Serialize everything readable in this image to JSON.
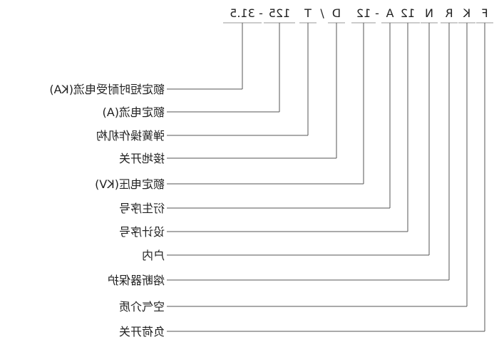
{
  "model_code": {
    "tokens": [
      "F",
      "K",
      "R",
      "N",
      "12",
      "A",
      "-",
      "12",
      "D",
      "/",
      "T",
      "125",
      "-",
      "31.5"
    ]
  },
  "labels": [
    {
      "code": "F",
      "text": "负荷开关"
    },
    {
      "code": "K",
      "text": "空气介质"
    },
    {
      "code": "R",
      "text": "熔断器保护"
    },
    {
      "code": "N",
      "text": "户内"
    },
    {
      "code": "12",
      "text": "设计序号"
    },
    {
      "code": "A",
      "text": "衍生序号"
    },
    {
      "code": "12",
      "text": "额定电压(KV)"
    },
    {
      "code": "D",
      "text": "接地开关"
    },
    {
      "code": "T",
      "text": "弹簧操作机构"
    },
    {
      "code": "125",
      "text": "额定电流(A)"
    },
    {
      "code": "31.5",
      "text": "额定短时耐受电流(KA)"
    }
  ]
}
